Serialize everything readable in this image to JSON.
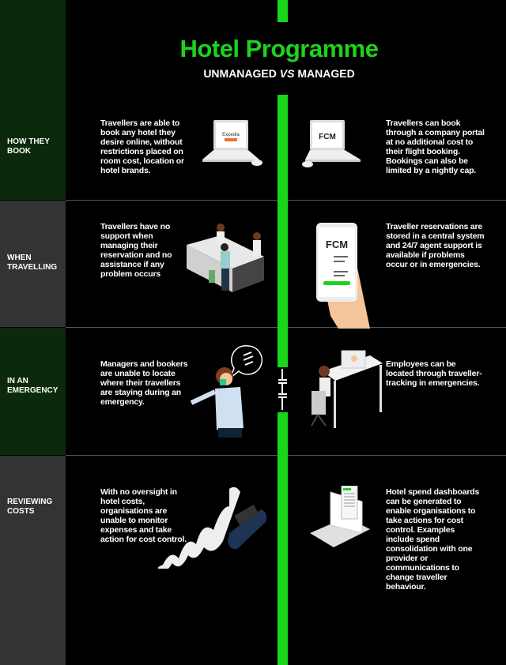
{
  "header": {
    "title": "Hotel Programme",
    "subtitle_a": "UNMANAGED",
    "subtitle_vs": "VS",
    "subtitle_b": "MANAGED"
  },
  "rows": [
    {
      "label": "HOW THEY BOOK",
      "unmanaged": "Travellers are able to book any hotel they desire online, without restrictions placed on room cost, location or hotel brands.",
      "managed": "Travellers can book through a company portal at no additional cost to their flight booking. Bookings can also be limited by a nightly cap."
    },
    {
      "label": "WHEN TRAVELLING",
      "unmanaged": "Travellers have no support when managing their reservation and no assistance if any problem occurs",
      "managed": "Traveller reservations are stored in a central system and 24/7 agent support is available if problems occur or in emergencies."
    },
    {
      "label": "IN AN EMERGENCY",
      "unmanaged": "Managers and bookers are unable to locate where their travellers are staying during an emergency.",
      "managed": "Employees can be located through traveller-tracking in emergencies."
    },
    {
      "label": "REVIEWING COSTS",
      "unmanaged": "With no oversight in hotel costs, organisations are unable to monitor expenses and take action for cost control.",
      "managed": "Hotel spend dashboards can be generated to enable organisations to take actions for cost control. Examples include spend consolidation with one provider or communications to change traveller behaviour."
    }
  ],
  "logos": {
    "fcm": "FCM",
    "expedia": "Expedia"
  },
  "colors": {
    "accent": "#1ed31e",
    "sidebar_green": "#0b2a0c",
    "sidebar_gray": "#333333"
  }
}
